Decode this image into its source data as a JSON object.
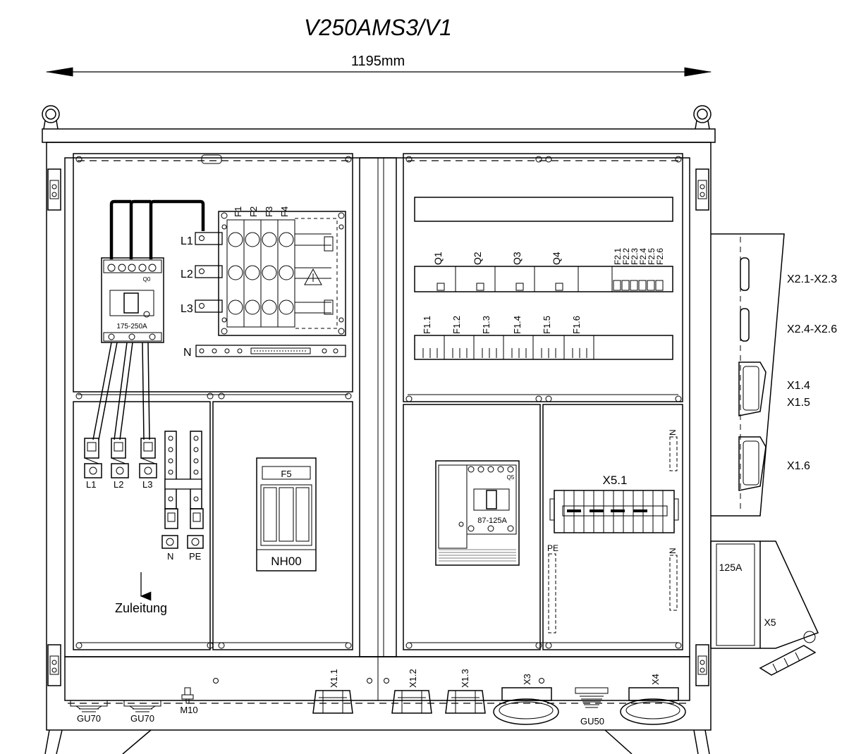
{
  "title": "V250AMS3/V1",
  "width_label": "1195mm",
  "main_breaker": {
    "id": "Q0",
    "range": "175-250A"
  },
  "busbar": {
    "phases": [
      "L1",
      "L2",
      "L3"
    ],
    "neutral": "N",
    "fuses": [
      "F1",
      "F2",
      "F3",
      "F4"
    ]
  },
  "terminals": {
    "lower": [
      "L1",
      "L2",
      "L3",
      "N",
      "PE"
    ]
  },
  "feed_label": "Zuleitung",
  "fuse_holder": {
    "id": "F5",
    "type": "NH00"
  },
  "breakers_q": [
    "Q1",
    "Q2",
    "Q3",
    "Q4"
  ],
  "breakers_f2": [
    "F2.1",
    "F2.2",
    "F2.3",
    "F2.4",
    "F2.5",
    "F2.6"
  ],
  "breakers_f1": [
    "F1.1",
    "F1.2",
    "F1.3",
    "F1.4",
    "F1.5",
    "F1.6"
  ],
  "breaker_q5": {
    "id": "Q5",
    "range": "87-125A"
  },
  "terminal_block": {
    "id": "X5.1",
    "labels": [
      "N",
      "PE",
      "N"
    ]
  },
  "side_sockets": [
    "X2.1-X2.3",
    "X2.4-X2.6",
    "X1.4",
    "X1.5",
    "X1.6"
  ],
  "cee_socket": {
    "rating": "125A",
    "id": "X5"
  },
  "bottom": {
    "glands": [
      "GU70",
      "GU70",
      "GU50"
    ],
    "bolt": "M10",
    "sockets": [
      "X1.1",
      "X1.2",
      "X1.3",
      "X3",
      "X4"
    ]
  }
}
